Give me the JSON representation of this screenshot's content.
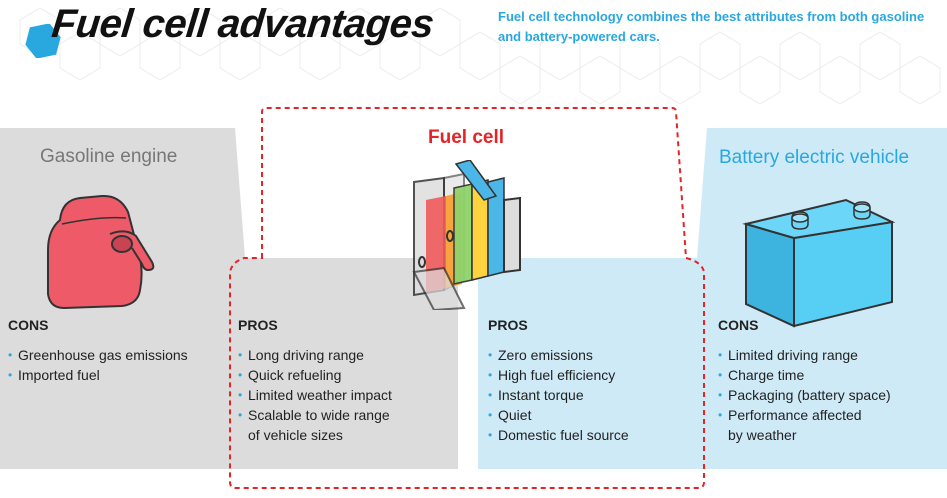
{
  "header": {
    "title": "Fuel cell advantages",
    "subtitle": "Fuel cell technology combines the best attributes from both gasoline and battery-powered cars."
  },
  "gasoline": {
    "title": "Gasoline engine",
    "cons_label": "CONS",
    "cons": [
      "Greenhouse gas emissions",
      "Imported fuel"
    ]
  },
  "fuel_cell": {
    "title": "Fuel cell",
    "pros_left_label": "PROS",
    "pros_left": [
      "Long driving range",
      "Quick refueling",
      "Limited weather impact",
      "Scalable to wide range",
      "of vehicle sizes"
    ],
    "pros_right_label": "PROS",
    "pros_right": [
      "Zero emissions",
      "High fuel efficiency",
      "Instant torque",
      "Quiet",
      "Domestic fuel source"
    ]
  },
  "battery": {
    "title": "Battery electric vehicle",
    "cons_label": "CONS",
    "cons": [
      "Limited driving range",
      "Charge time",
      "Packaging (battery space)",
      "Performance affected",
      "by weather"
    ]
  },
  "colors": {
    "accent_blue": "#29a8df",
    "fuel_cell_red": "#e52427",
    "gas_panel": "#dcdcdc",
    "battery_panel": "#cfeaf7",
    "gas_can": "#ee5a67"
  },
  "icons": [
    "hexagon-logo-icon",
    "gas-can-icon",
    "fuel-cell-stack-icon",
    "car-battery-icon"
  ]
}
